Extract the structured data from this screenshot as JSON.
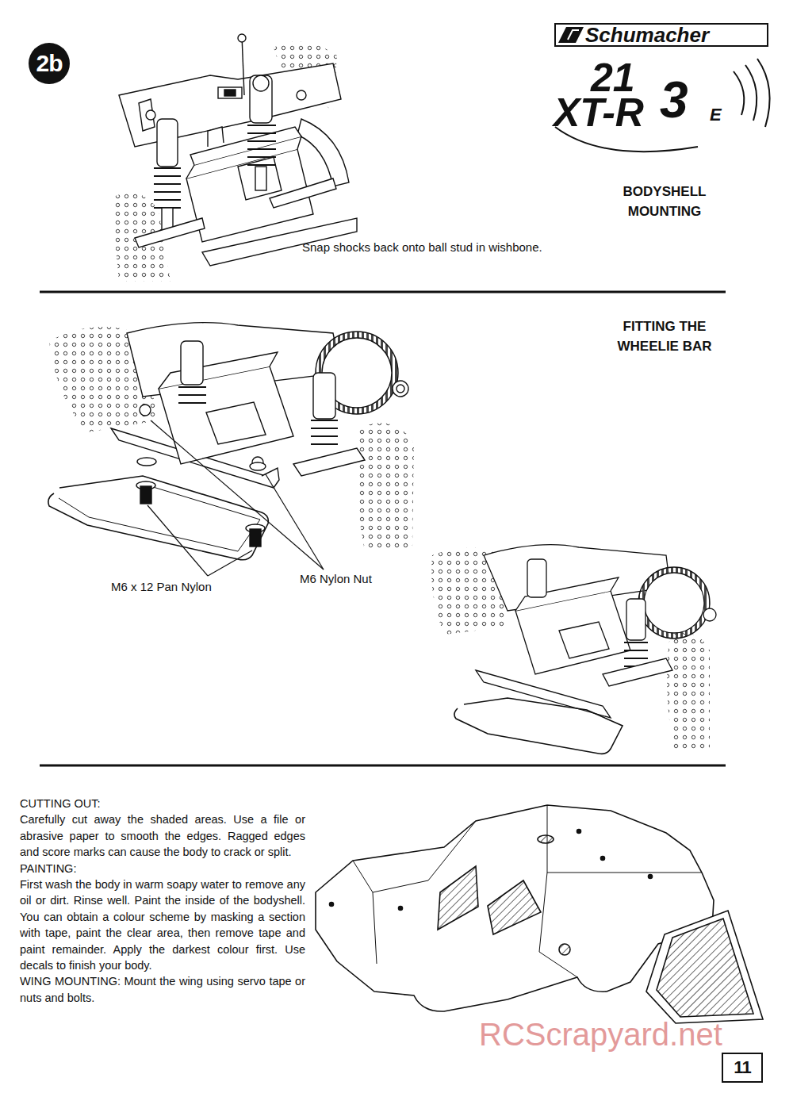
{
  "diagram": {
    "nodes": [
      {
        "text": [
          "2b"
        ]
      },
      {
        "text": [
          "11"
        ]
      }
    ],
    "labels": [
      "Schumacher",
      "21",
      "XT-R",
      "3",
      "E",
      "BODYSHELL MOUNTING",
      "Snap shocks back onto ball stud in wishbone.",
      "FITTING THE WHEELIE BAR",
      "M6 x 12 Pan Nylon",
      "M6 Nylon Nut",
      "CUTTING OUT:",
      "Carefully cut away the shaded areas. Use a file or abrasive paper to smooth the edges. Ragged edges and score marks can cause the body to crack or split.",
      "PAINTING:",
      "First wash the body in warm soapy water to remove any oil or dirt. Rinse well. Paint the inside of the bodyshell. You can obtain a colour scheme by masking a section with tape, paint the clear area, then remove tape and paint remainder. Apply the darkest colour first. Use decals to finish your body.",
      "WING MOUNTING: Mount the wing using servo tape or nuts and bolts.",
      "RCScrapyard.net"
    ]
  }
}
